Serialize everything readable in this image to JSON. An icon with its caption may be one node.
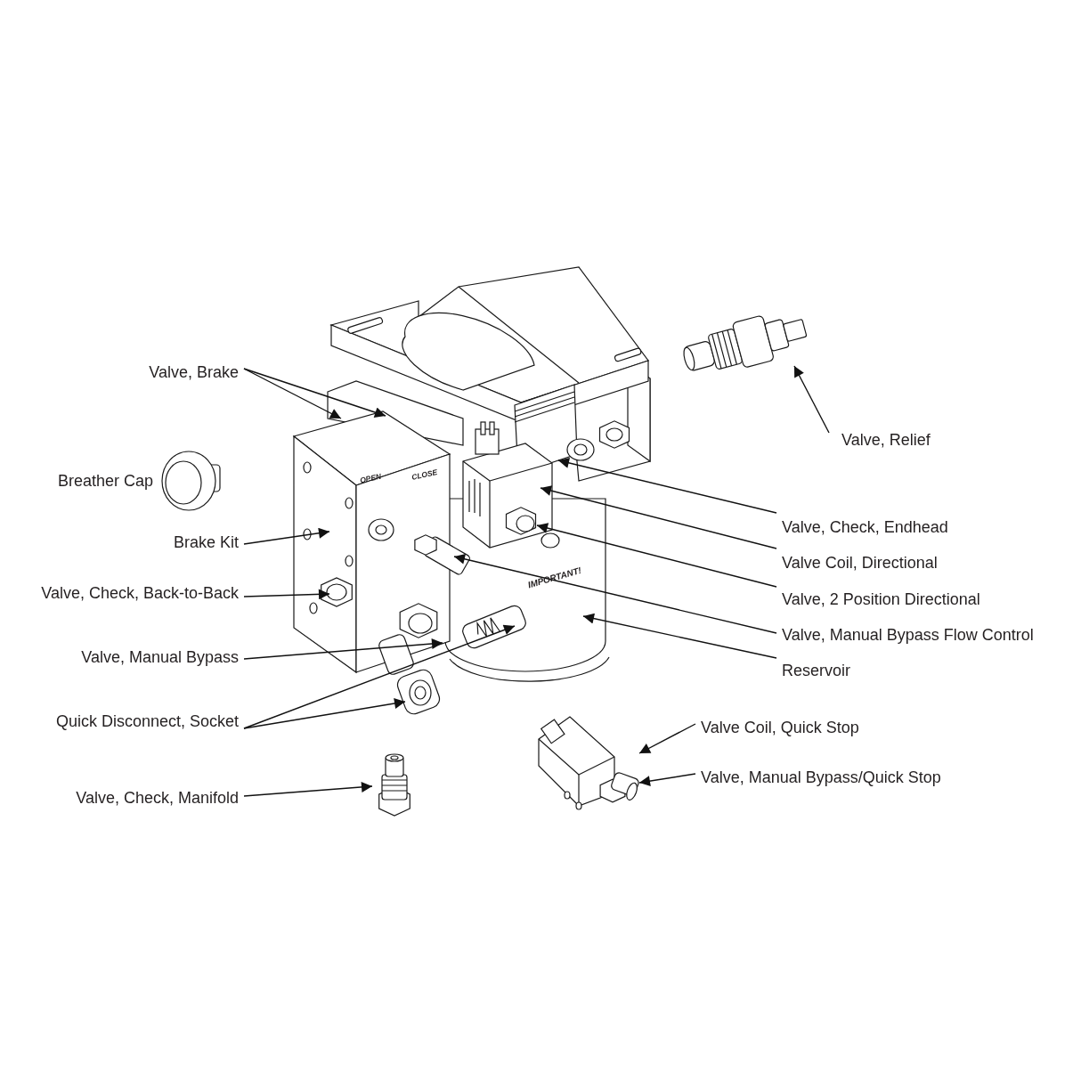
{
  "diagram": {
    "nodes": [
      {
        "text": [],
        "shape": "picture"
      },
      {
        "text": [
          "Valve, Brake"
        ]
      },
      {
        "text": [
          "Valve, Relief"
        ]
      },
      {
        "text": [],
        "shape": "picture",
        "beside": [
          "Breather Cap"
        ]
      },
      {
        "text": [
          "Brake Kit"
        ]
      },
      {
        "text": [
          "Valve, Check, Endhead"
        ]
      },
      {
        "text": [
          "Valve Coil, Directional"
        ]
      },
      {
        "text": [
          "Valve, Check, Back-to-Back"
        ]
      },
      {
        "text": [
          "Valve, 2 Position Directional"
        ]
      },
      {
        "text": [
          "Valve, Manual Bypass Flow Control"
        ]
      },
      {
        "text": [
          "Valve, Manual Bypass"
        ]
      },
      {
        "text": [
          "Reservoir"
        ]
      },
      {
        "text": [
          "Quick Disconnect, Socket"
        ]
      },
      {
        "text": [
          "Valve Coil, Quick Stop"
        ]
      },
      {
        "text": [],
        "shape": "picture"
      },
      {
        "text": [
          "Valve, Manual Bypass/Quick Stop"
        ]
      },
      {
        "text": [],
        "shape": "picture"
      },
      {
        "text": [
          "Valve, Check, Manifold"
        ]
      },
      {
        "text": [],
        "shape": "picture"
      }
    ],
    "edges": [
      {
        "from": 1,
        "to": 18,
        "arrow": "to"
      },
      {
        "from": 1,
        "to": 18,
        "arrow": "to"
      },
      {
        "from": 2,
        "to": 0,
        "arrow": "to"
      },
      {
        "from": 4,
        "to": 18,
        "arrow": "to"
      },
      {
        "from": 5,
        "to": 18,
        "arrow": "to"
      },
      {
        "from": 6,
        "to": 18,
        "arrow": "to"
      },
      {
        "from": 7,
        "to": 18,
        "arrow": "to"
      },
      {
        "from": 8,
        "to": 18,
        "arrow": "to"
      },
      {
        "from": 9,
        "to": 18,
        "arrow": "to"
      },
      {
        "from": 10,
        "to": 18,
        "arrow": "to"
      },
      {
        "from": 11,
        "to": 18,
        "arrow": "to"
      },
      {
        "from": 12,
        "to": 18,
        "arrow": "to"
      },
      {
        "from": 12,
        "to": 18,
        "arrow": "to"
      },
      {
        "from": 13,
        "to": 14,
        "arrow": "to"
      },
      {
        "from": 15,
        "to": 14,
        "arrow": "to"
      },
      {
        "from": 17,
        "to": 16,
        "arrow": "to"
      }
    ],
    "labels": [
      "OPEN",
      "CLOSE",
      "IMPORTANT!"
    ]
  }
}
